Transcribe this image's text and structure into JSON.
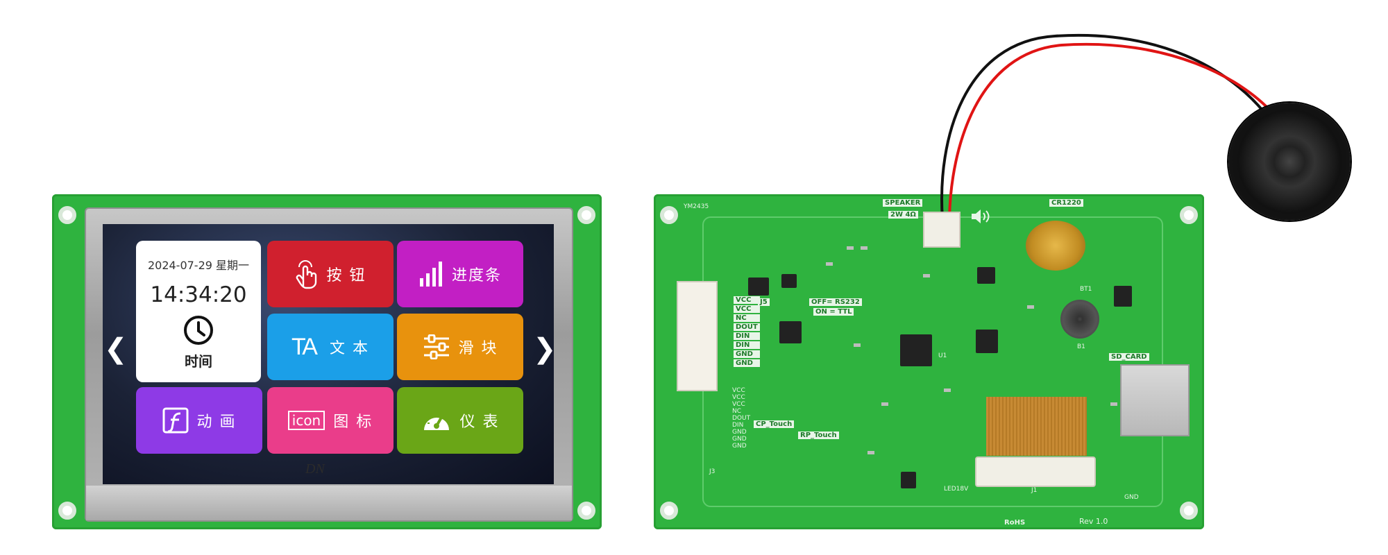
{
  "screen": {
    "date": "2024-07-29 星期一",
    "time": "14:34:20",
    "clock_label": "时间",
    "tiles": [
      {
        "label": "按 钮",
        "color": "#d0202e",
        "icon": "hand-pointer-icon"
      },
      {
        "label": "进度条",
        "color": "#c21fc4",
        "icon": "bars-icon"
      },
      {
        "label": "文 本",
        "color": "#1b9fe8",
        "icon": "text-icon"
      },
      {
        "label": "滑 块",
        "color": "#e8920d",
        "icon": "sliders-icon"
      },
      {
        "label": "动 画",
        "color": "#8e3ae6",
        "icon": "flash-icon"
      },
      {
        "label": "图 标",
        "color": "#ea3d8a",
        "icon": "icon-text-icon"
      },
      {
        "label": "仪 表",
        "color": "#6aa617",
        "icon": "gauge-icon"
      }
    ],
    "icon_text": "icon",
    "text_icon_glyph": "TA",
    "logo": "DN"
  },
  "board": {
    "speaker": "SPEAKER",
    "speaker_spec": "2W 4Ω",
    "cr1220": "CR1220",
    "off_rs232": "OFF= RS232",
    "on_ttl": "ON = TTL",
    "sd_card": "SD_CARD",
    "cp_touch": "CP_Touch",
    "rp_touch": "RP_Touch",
    "rev": "Rev 1.0",
    "rohs": "RoHS",
    "ym": "YM2435",
    "j5": "J5",
    "u1": "U1",
    "j1": "J1",
    "j3": "J3",
    "led": "LED18V",
    "gnd": "GND",
    "bat": "BT1",
    "b1": "B1",
    "pins": [
      "VCC",
      "VCC",
      "NC",
      "DOUT",
      "DIN",
      "DIN",
      "GND",
      "GND"
    ],
    "pins2": [
      "VCC",
      "VCC",
      "VCC",
      "NC",
      "DOUT",
      "DIN",
      "GND",
      "GND",
      "GND"
    ]
  }
}
